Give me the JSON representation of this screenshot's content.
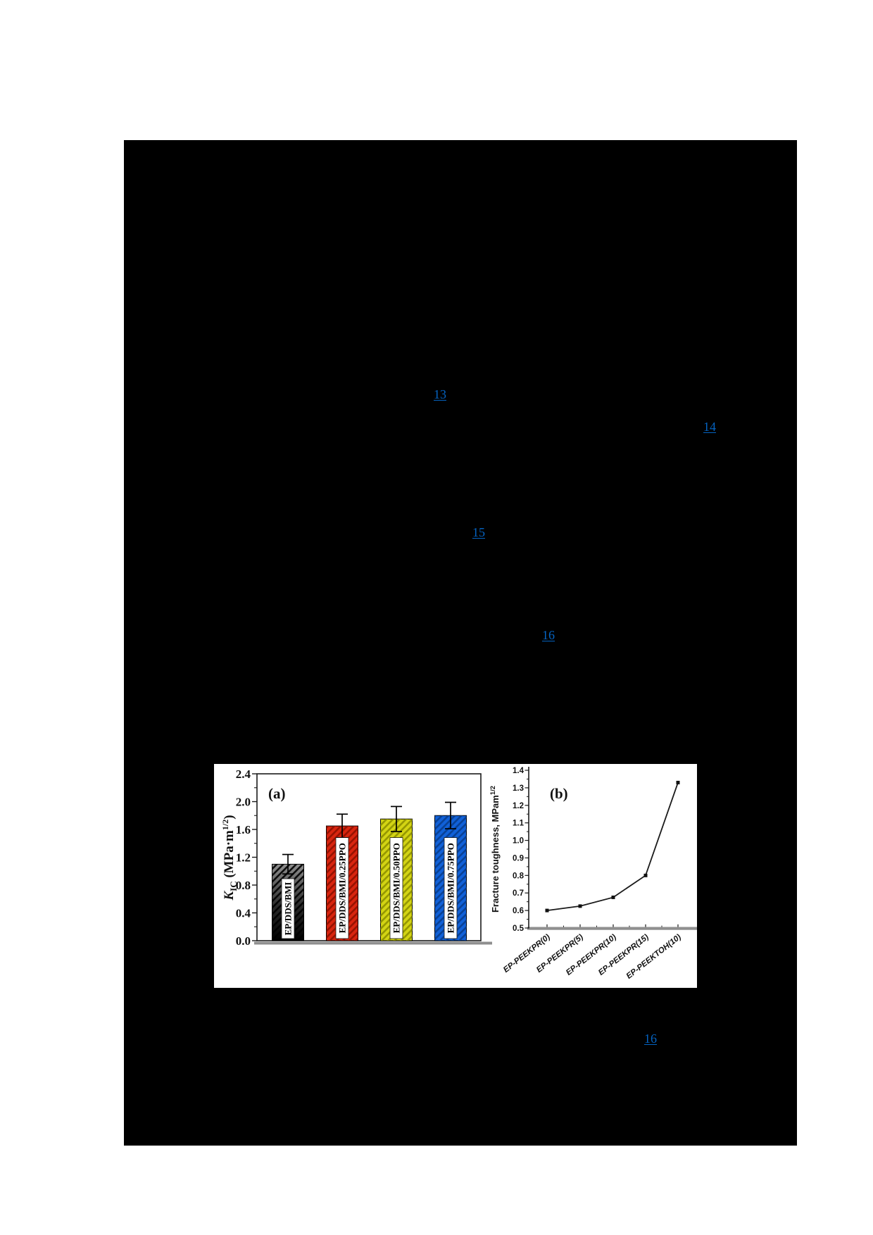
{
  "page": {
    "background": "#ffffff",
    "panel_background": "#000000"
  },
  "link_color": "#0563C1",
  "links": [
    {
      "label": "13"
    },
    {
      "label": "14"
    },
    {
      "label": "15"
    },
    {
      "label": "16"
    },
    {
      "label": "16"
    }
  ],
  "chart_data": [
    {
      "type": "bar",
      "panel_label": "(a)",
      "ylabel": "K_IC (MPa·m^1/2)",
      "ylabel_parts": {
        "k": "K",
        "sub": "IC",
        "mid": " (MPa·m",
        "sup": "1/2",
        "end": ")"
      },
      "categories": [
        "EP/DDS/BMI",
        "EP/DDS/BMI/0.25PPO",
        "EP/DDS/BMI/0.50PPO",
        "EP/DDS/BMI/0.75PPO"
      ],
      "values": [
        1.1,
        1.65,
        1.75,
        1.8
      ],
      "errors": [
        0.14,
        0.17,
        0.18,
        0.19
      ],
      "ylim": [
        0,
        2.4
      ],
      "ytick_step": 0.4,
      "ytick_labels": [
        "0.0",
        "0.4",
        "0.8",
        "1.2",
        "1.6",
        "2.0",
        "2.4"
      ],
      "bar_colors": [
        "#3a3a3a",
        "#d8250f",
        "#d3d414",
        "#1161d8"
      ],
      "bar_stripe_colors": [
        "#000000",
        "#8f1000",
        "#8e9000",
        "#073d8f"
      ],
      "axis_color": "#1a1a1a",
      "baseline_color": "#8f8f8f",
      "grid": false
    },
    {
      "type": "line",
      "panel_label": "(b)",
      "ylabel": "Fracture toughness, MPam^1/2",
      "ylabel_main": "Fracture toughness, MPam",
      "ylabel_sup": "1/2",
      "categories": [
        "EP-PEEKPR(0)",
        "EP-PEEKPR(5)",
        "EP-PEEKPR(10)",
        "EP-PEEKPR(15)",
        "EP-PEEKTOH(10)"
      ],
      "values": [
        0.6,
        0.625,
        0.675,
        0.8,
        1.33
      ],
      "ylim": [
        0.5,
        1.4
      ],
      "ytick_step": 0.1,
      "ytick_labels": [
        "0.5",
        "0.6",
        "0.7",
        "0.8",
        "0.9",
        "1.0",
        "1.1",
        "1.2",
        "1.3",
        "1.4"
      ],
      "line_color": "#1a1a1a",
      "marker": "square",
      "marker_color": "#111111",
      "axis_color": "#1a1a1a",
      "baseline_color": "#8f8f8f",
      "grid": false
    }
  ]
}
